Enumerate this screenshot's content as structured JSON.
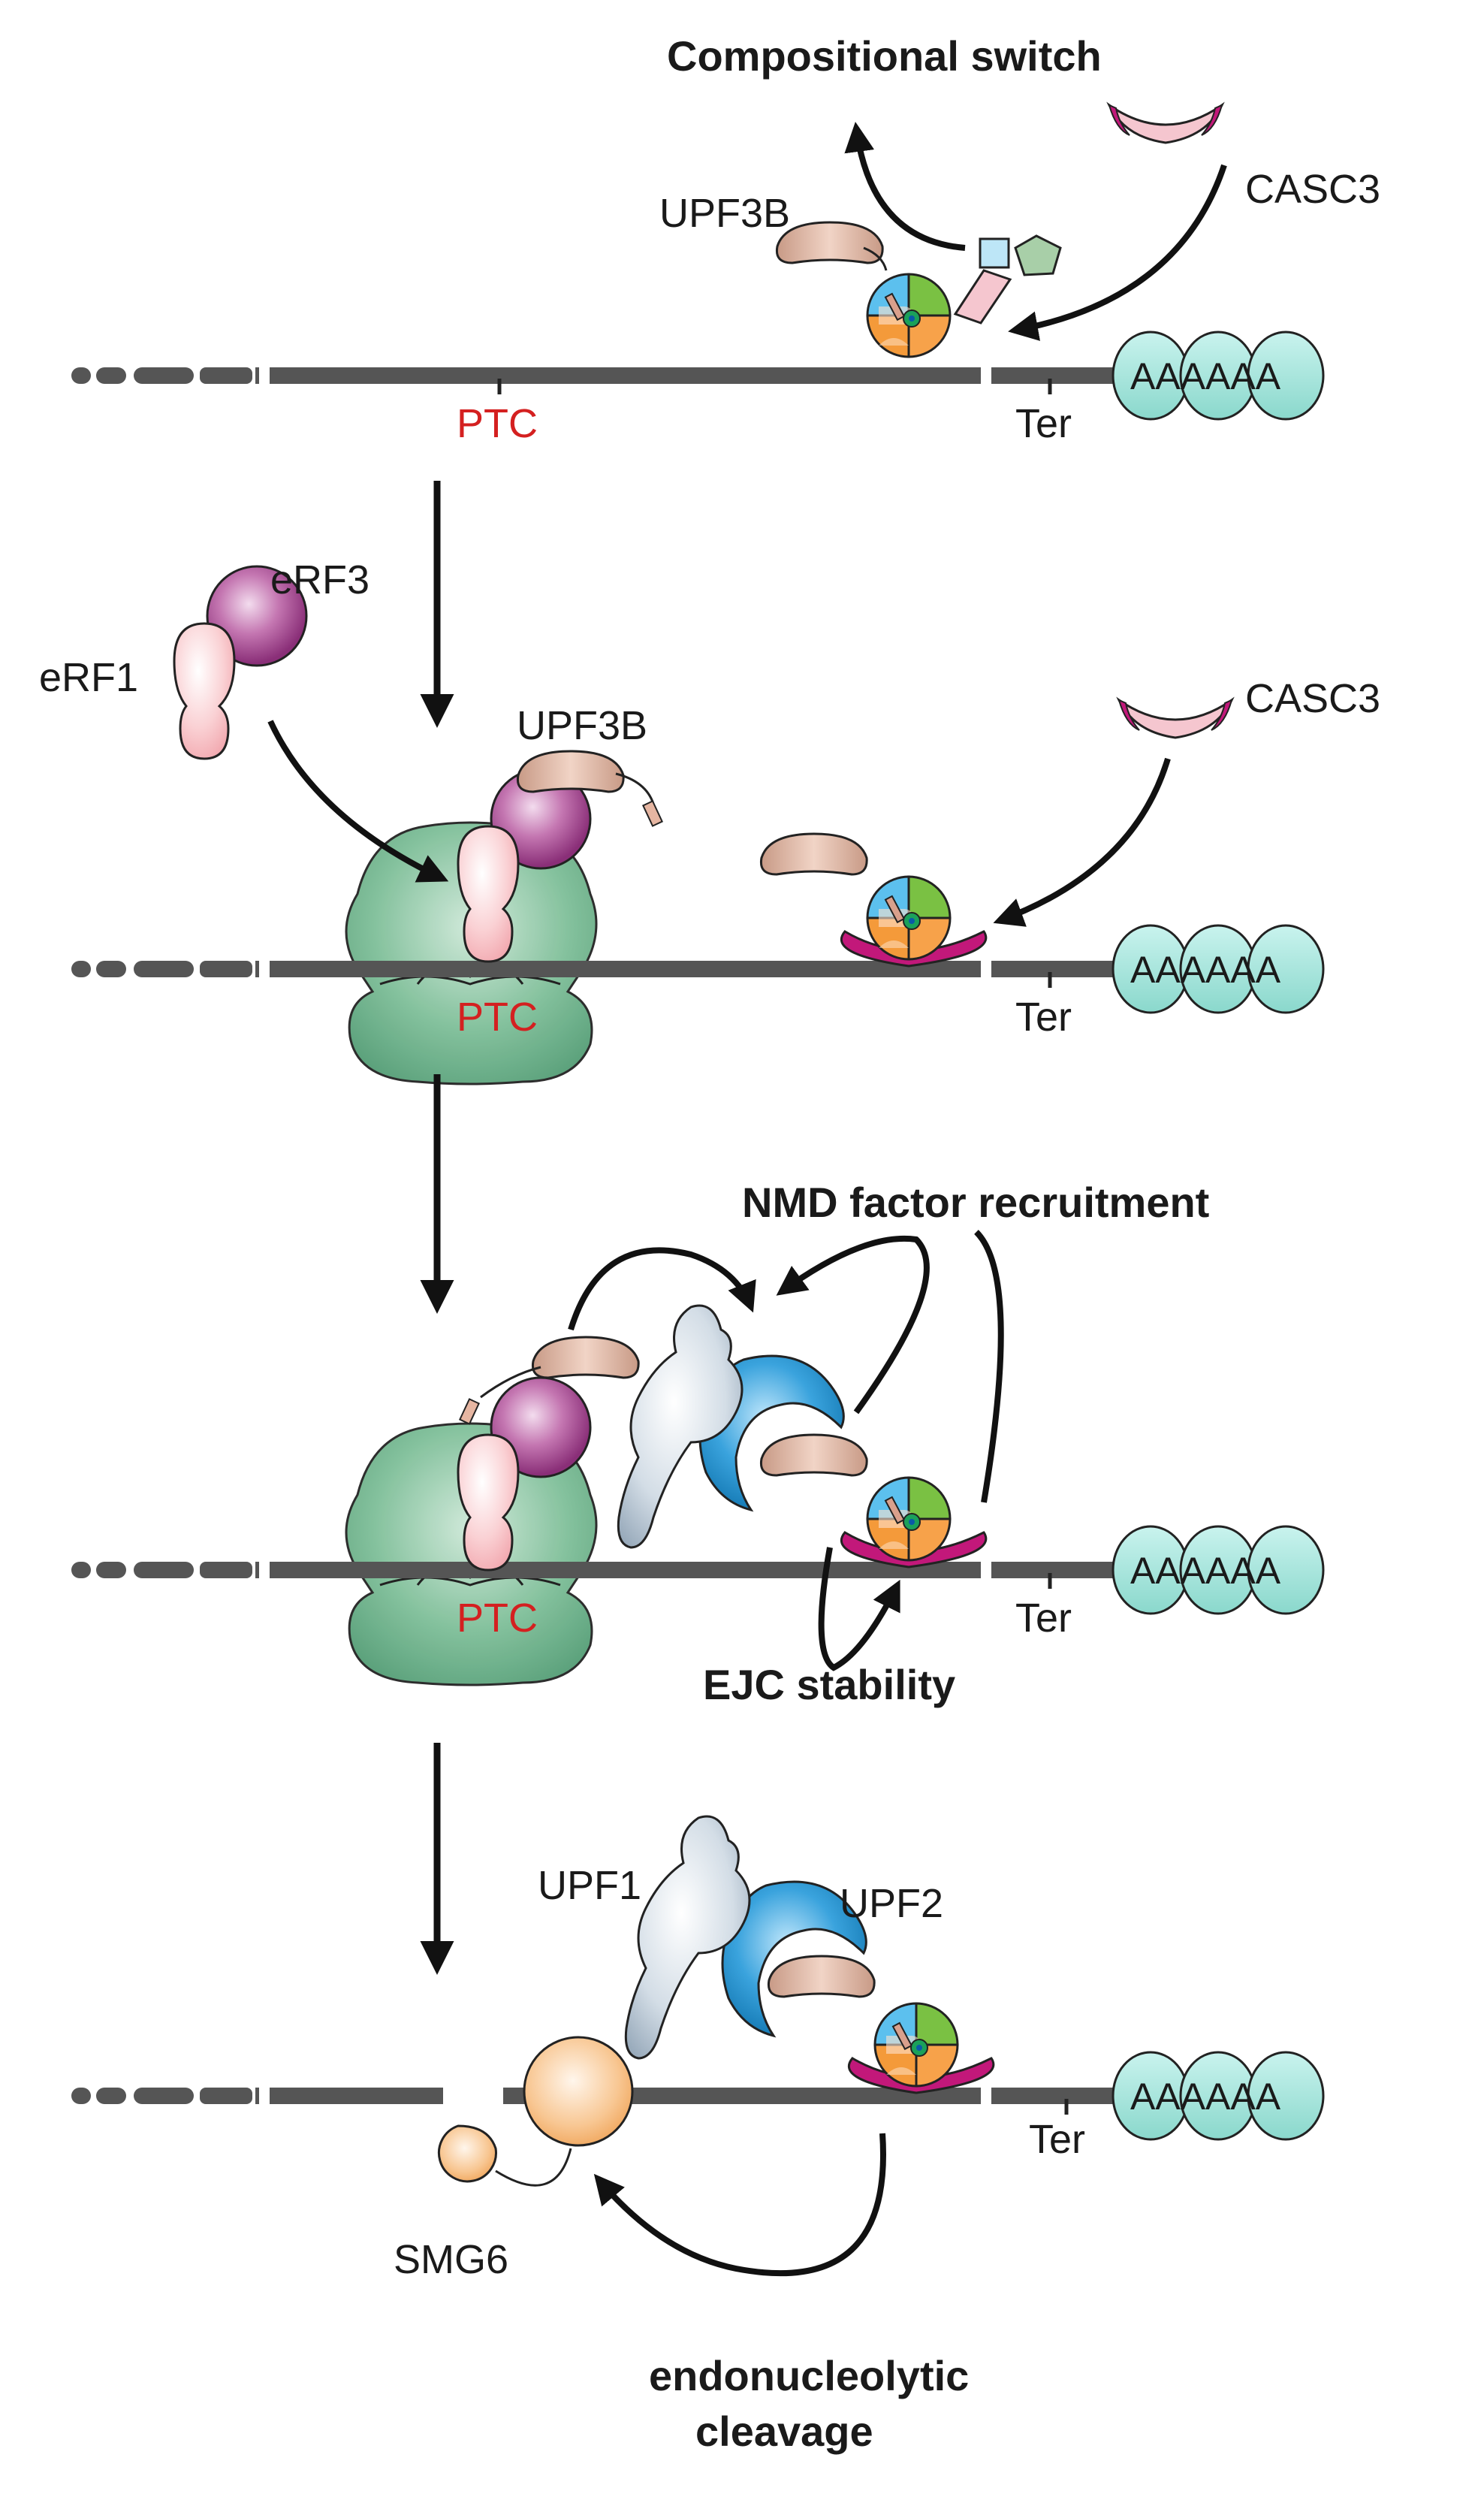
{
  "labels": {
    "compositional_switch": "Compositional switch",
    "casc3": "CASC3",
    "upf3b": "UPF3B",
    "ptc": "PTC",
    "ter": "Ter",
    "erf3": "eRF3",
    "erf1": "eRF1",
    "nmd_recruitment": "NMD factor recruitment",
    "ejc_stability": "EJC stability",
    "upf1": "UPF1",
    "upf2": "UPF2",
    "smg6": "SMG6",
    "endo_line1": "endonucleolytic",
    "endo_line2": "cleavage",
    "polyA": "AAAAAA"
  },
  "colors": {
    "mrna": "#555555",
    "ptc_text": "#d42020",
    "ribosome": "#6fb58e",
    "erf1": "#f7c4c8",
    "erf3": "#a0458f",
    "upf3b": "#d8b0a0",
    "casc3_dark": "#c2187a",
    "casc3_light": "#f5c6cf",
    "ejc_blue": "#4fb3e8",
    "ejc_green": "#7ac143",
    "ejc_orange": "#f08a1c",
    "upf1": "#c5d3df",
    "upf2": "#1a8ed1",
    "smg6": "#f6b67a",
    "polyA": "#a8e8e0"
  }
}
